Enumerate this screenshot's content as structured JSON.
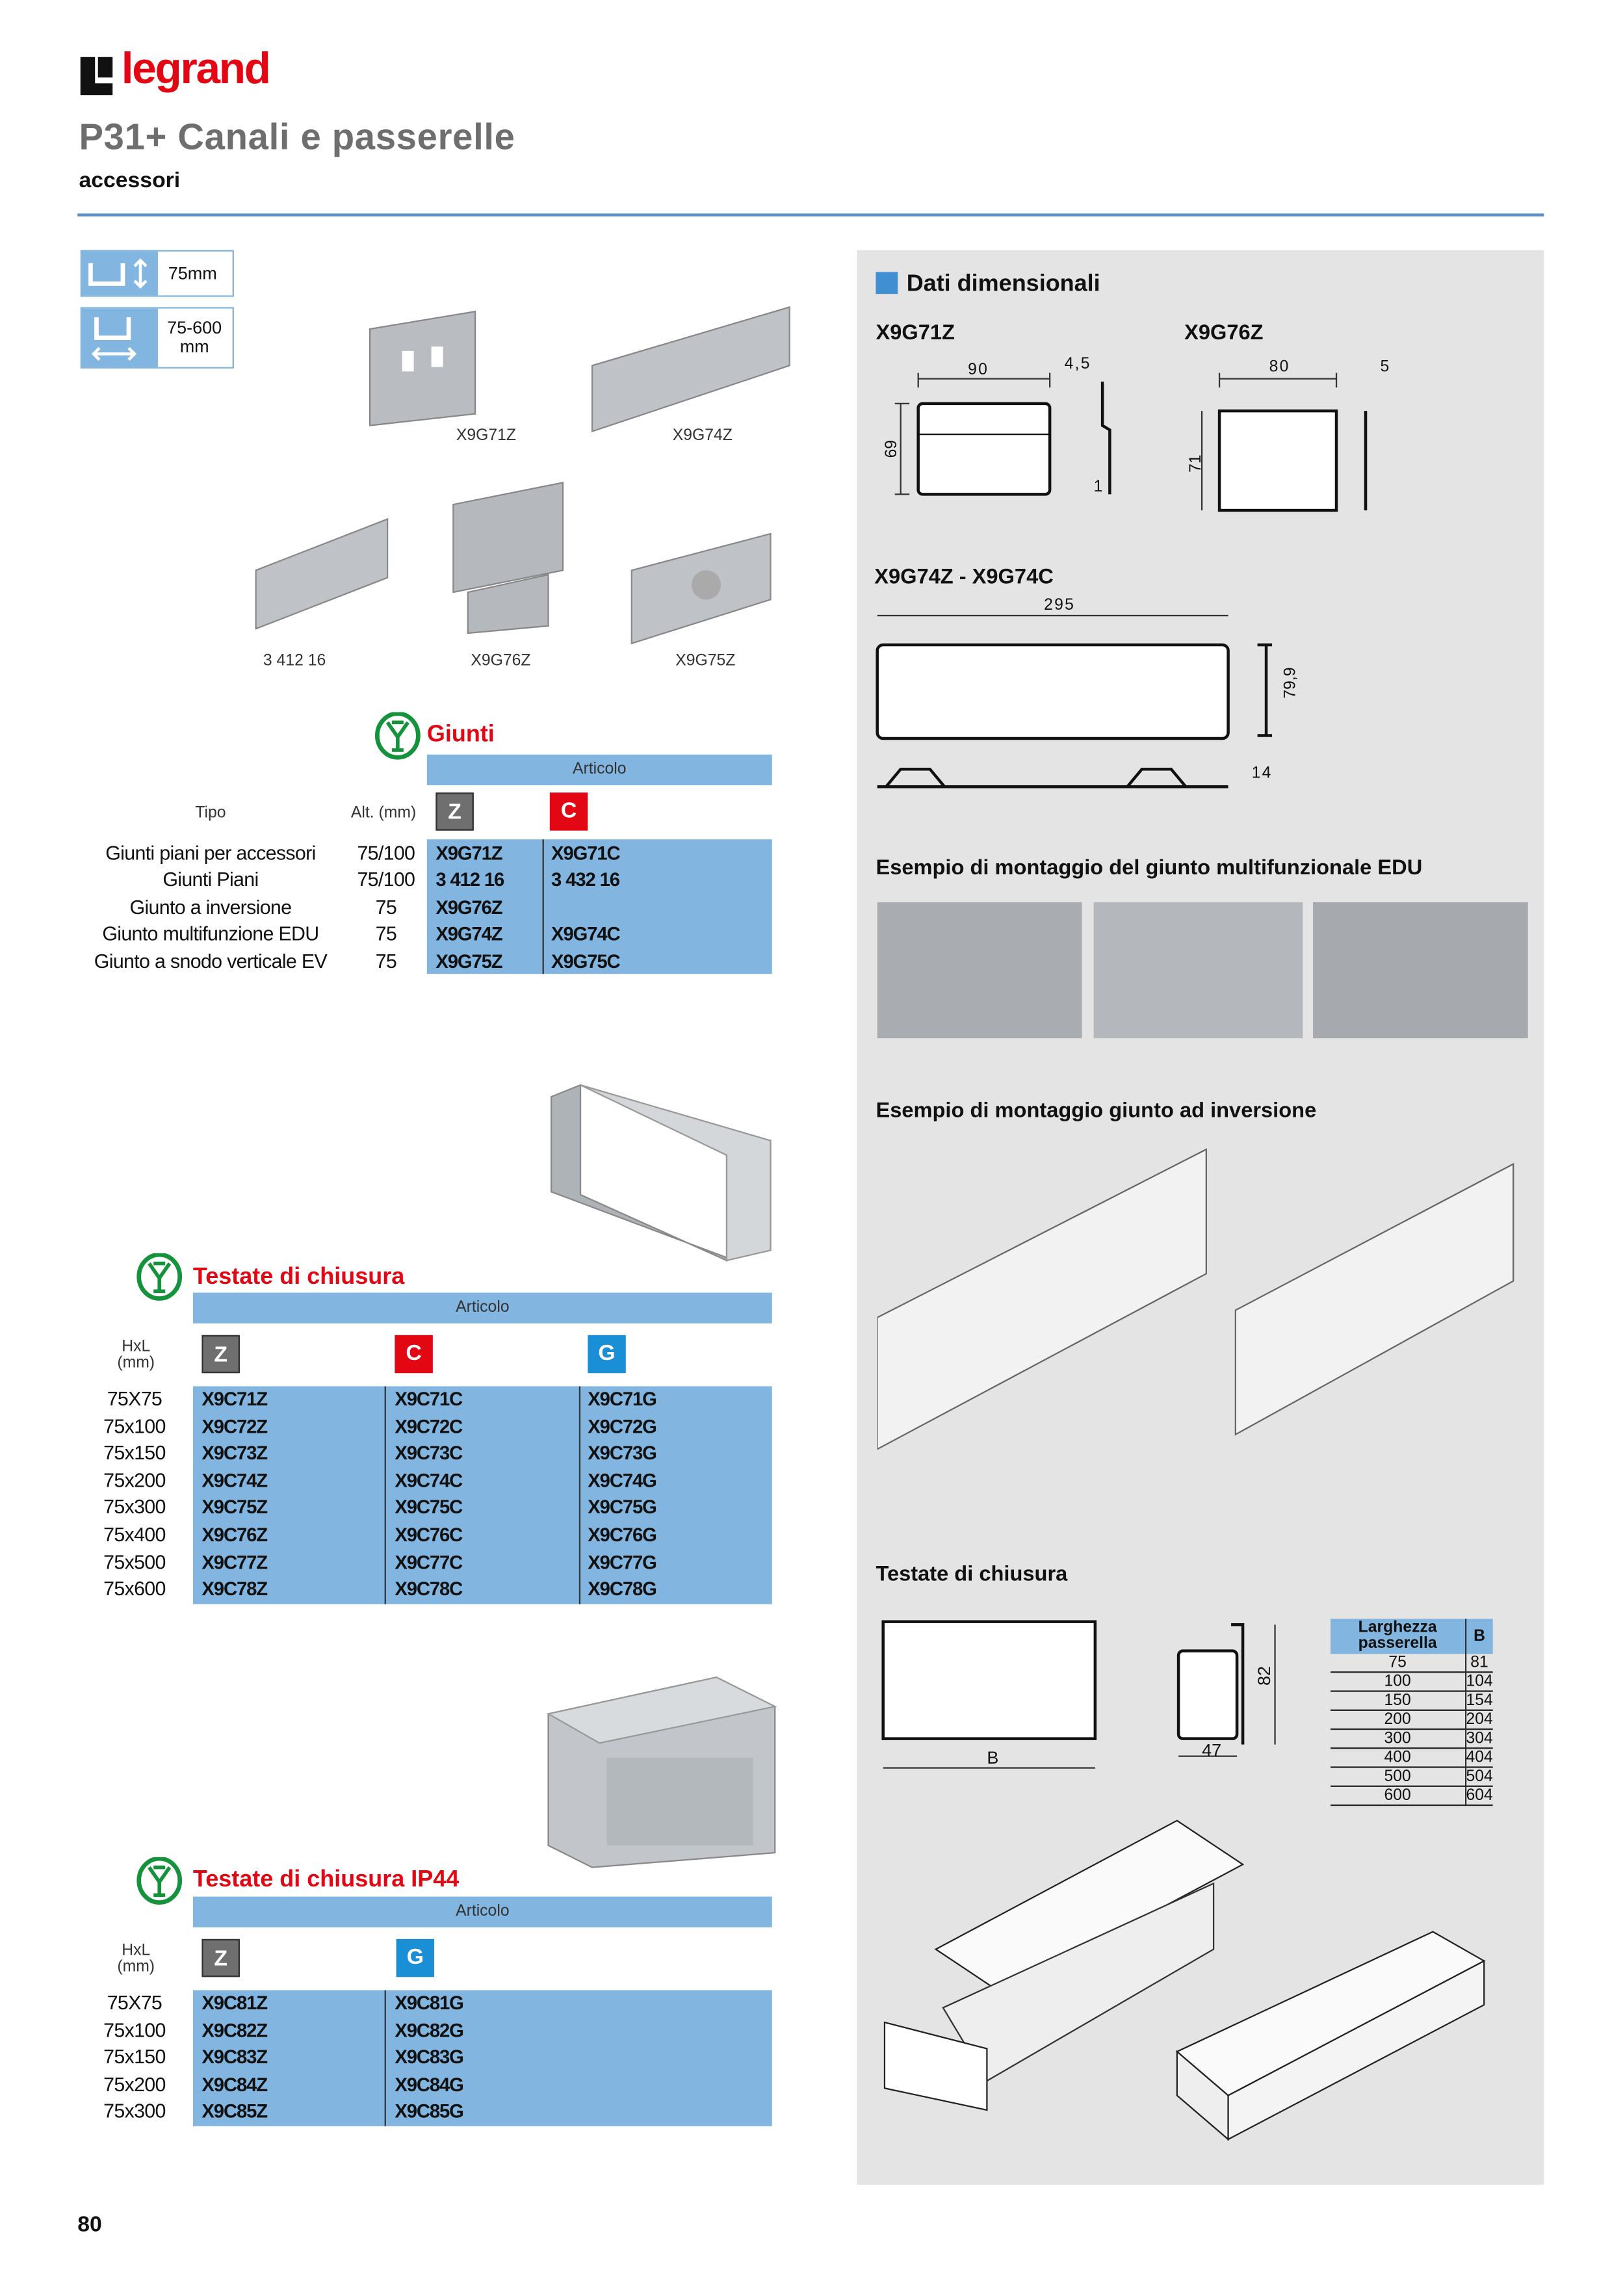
{
  "header": {
    "brand": "legrand",
    "title": "P31+  Canali e passerelle",
    "subtitle": "accessori"
  },
  "spec_icons": [
    {
      "icon": "height-icon",
      "label": "75mm"
    },
    {
      "icon": "width-icon",
      "label": "75-600 mm"
    }
  ],
  "products": {
    "labels": [
      "X9G71Z",
      "X9G74Z",
      "3 412 16",
      "X9G76Z",
      "X9G75Z"
    ]
  },
  "giunti": {
    "title": "Giunti",
    "articolo": "Articolo",
    "col_tipo": "Tipo",
    "col_alt": "Alt. (mm)",
    "badges": [
      "Z",
      "C"
    ],
    "rows": [
      {
        "tipo": "Giunti piani per accessori",
        "alt": "75/100",
        "z": "X9G71Z",
        "c": "X9G71C"
      },
      {
        "tipo": "Giunti Piani",
        "alt": "75/100",
        "z": "3 412 16",
        "c": "3 432 16"
      },
      {
        "tipo": "Giunto a inversione",
        "alt": "75",
        "z": "X9G76Z",
        "c": ""
      },
      {
        "tipo": "Giunto multifunzione EDU",
        "alt": "75",
        "z": "X9G74Z",
        "c": "X9G74C"
      },
      {
        "tipo": "Giunto a snodo verticale EV",
        "alt": "75",
        "z": "X9G75Z",
        "c": "X9G75C"
      }
    ]
  },
  "testate": {
    "title": "Testate di chiusura",
    "articolo": "Articolo",
    "col_hxl": "HxL",
    "col_unit": "(mm)",
    "badges": [
      "Z",
      "C",
      "G"
    ],
    "rows": [
      {
        "hxl": "75X75",
        "z": "X9C71Z",
        "c": "X9C71C",
        "g": "X9C71G"
      },
      {
        "hxl": "75x100",
        "z": "X9C72Z",
        "c": "X9C72C",
        "g": "X9C72G"
      },
      {
        "hxl": "75x150",
        "z": "X9C73Z",
        "c": "X9C73C",
        "g": "X9C73G"
      },
      {
        "hxl": "75x200",
        "z": "X9C74Z",
        "c": "X9C74C",
        "g": "X9C74G"
      },
      {
        "hxl": "75x300",
        "z": "X9C75Z",
        "c": "X9C75C",
        "g": "X9C75G"
      },
      {
        "hxl": "75x400",
        "z": "X9C76Z",
        "c": "X9C76C",
        "g": "X9C76G"
      },
      {
        "hxl": "75x500",
        "z": "X9C77Z",
        "c": "X9C77C",
        "g": "X9C77G"
      },
      {
        "hxl": "75x600",
        "z": "X9C78Z",
        "c": "X9C78C",
        "g": "X9C78G"
      }
    ]
  },
  "testate_ip44": {
    "title": "Testate di chiusura IP44",
    "articolo": "Articolo",
    "col_hxl": "HxL",
    "col_unit": "(mm)",
    "badges": [
      "Z",
      "G"
    ],
    "rows": [
      {
        "hxl": "75X75",
        "z": "X9C81Z",
        "g": "X9C81G"
      },
      {
        "hxl": "75x100",
        "z": "X9C82Z",
        "g": "X9C82G"
      },
      {
        "hxl": "75x150",
        "z": "X9C83Z",
        "g": "X9C83G"
      },
      {
        "hxl": "75x200",
        "z": "X9C84Z",
        "g": "X9C84G"
      },
      {
        "hxl": "75x300",
        "z": "X9C85Z",
        "g": "X9C85G"
      }
    ]
  },
  "panel": {
    "title": "Dati dimensionali",
    "d1": {
      "name": "X9G71Z",
      "w": "90",
      "t": "4,5",
      "h": "69",
      "b": "1"
    },
    "d2": {
      "name": "X9G76Z",
      "w": "80",
      "t": "5",
      "h": "71"
    },
    "d3": {
      "name": "X9G74Z - X9G74C",
      "w": "295",
      "h": "79,9",
      "t": "14"
    },
    "edu_title": "Esempio di montaggio del giunto multifunzionale EDU",
    "inv_title": "Esempio di montaggio giunto ad inversione",
    "testate_title": "Testate di chiusura",
    "testate_dims": {
      "b": "B",
      "d": "47",
      "h": "82"
    },
    "table": {
      "headers": [
        "Larghezza passerella",
        "B"
      ],
      "rows": [
        [
          "75",
          "81"
        ],
        [
          "100",
          "104"
        ],
        [
          "150",
          "154"
        ],
        [
          "200",
          "204"
        ],
        [
          "300",
          "304"
        ],
        [
          "400",
          "404"
        ],
        [
          "500",
          "504"
        ],
        [
          "600",
          "604"
        ]
      ]
    }
  },
  "footer": {
    "page": "80"
  },
  "colors": {
    "accent": "#82b6e0",
    "red": "#e30613",
    "rule": "#5b8fc7",
    "panel": "#e4e4e4"
  }
}
